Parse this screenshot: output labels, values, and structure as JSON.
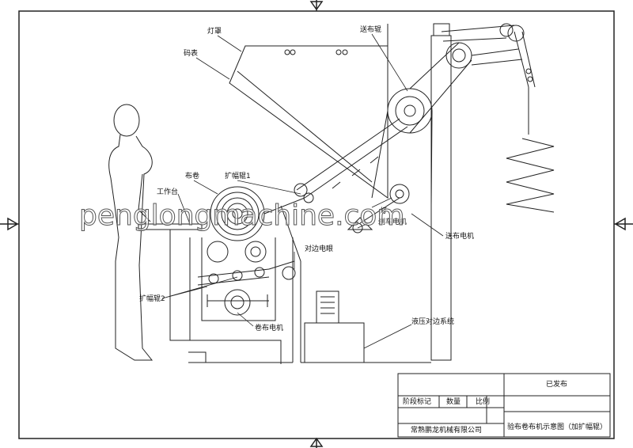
{
  "labels": {
    "lamp_cover": "灯罩",
    "meter": "码表",
    "feed_roller": "送布辊",
    "cloth_roll": "布卷",
    "spreader_roller_1": "扩幅辊1",
    "worktable": "工作台",
    "lamp": "灯",
    "brake_motor": "刹车电机",
    "feed_motor": "送布电机",
    "edge_eye": "对边电眼",
    "spreader_roller_2": "扩幅辊2",
    "winding_motor": "卷布电机",
    "hydraulic_edge": "液压对边系统"
  },
  "watermark": "penglongmachine.com",
  "title_block": {
    "status": "已发布",
    "stage_mark": "阶段标记",
    "quantity": "数量",
    "scale": "比例",
    "company": "常熟鹏龙机械有限公司",
    "drawing_title": "验布卷布机示意图（加扩幅辊）"
  }
}
